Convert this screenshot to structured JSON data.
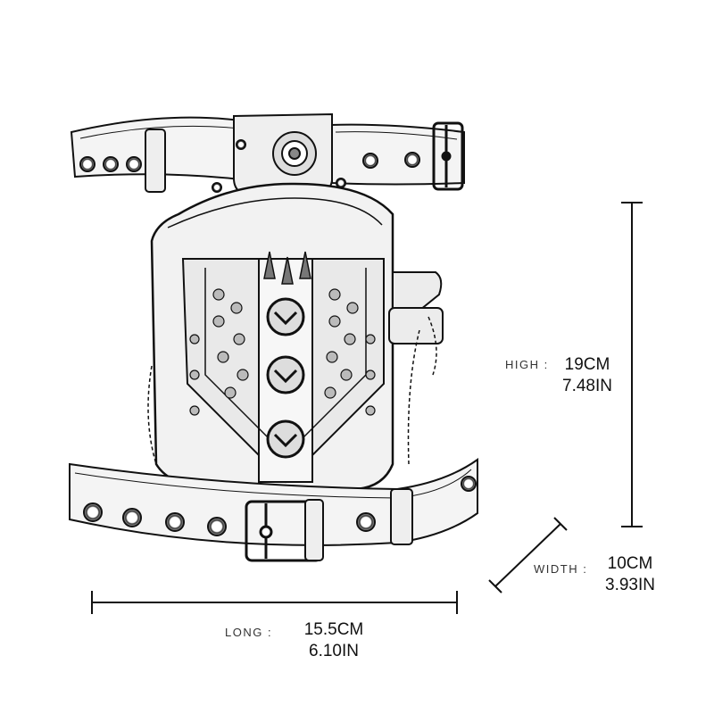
{
  "dimensions": {
    "high": {
      "label": "HIGH :",
      "cm": "19CM",
      "inch": "7.48IN"
    },
    "width": {
      "label": "WIDTH :",
      "cm": "10CM",
      "inch": "3.93IN"
    },
    "long": {
      "label": "LONG :",
      "cm": "15.5CM",
      "inch": "6.10IN"
    }
  },
  "colors": {
    "ink": "#111111",
    "paper": "#ffffff",
    "shade": "#d9d9d9"
  }
}
